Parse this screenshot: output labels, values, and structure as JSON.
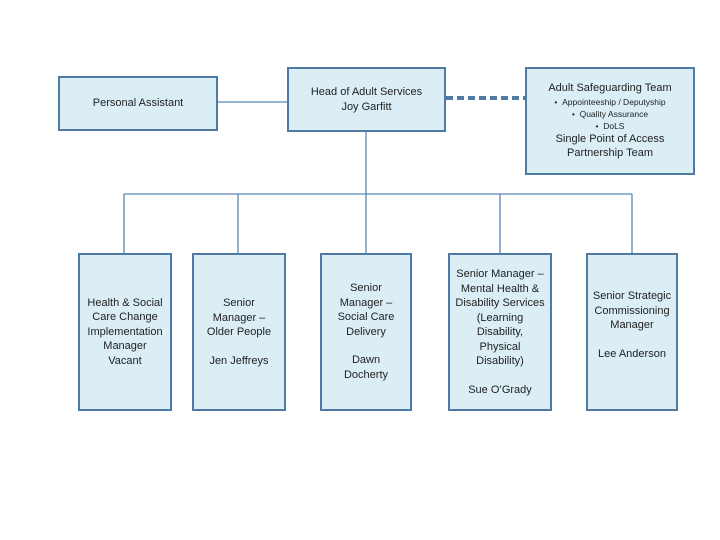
{
  "head": {
    "title": "Head of Adult Services",
    "name": "Joy Garfitt"
  },
  "personal_assistant": {
    "title": "Personal Assistant"
  },
  "safeguarding": {
    "title": "Adult Safeguarding Team",
    "items": [
      "Appointeeship / Deputyship",
      "Quality Assurance",
      "DoLS"
    ],
    "spoa_line1": "Single Point of Access",
    "spoa_line2": "Partnership Team"
  },
  "managers": [
    {
      "lines": [
        "Health & Social",
        "Care Change",
        "Implementation",
        "Manager",
        "Vacant"
      ],
      "name": ""
    },
    {
      "lines": [
        "Senior",
        "Manager –",
        "Older People"
      ],
      "name": "Jen Jeffreys"
    },
    {
      "lines": [
        "Senior",
        "Manager –",
        "Social Care",
        "Delivery"
      ],
      "name_lines": [
        "Dawn",
        "Docherty"
      ]
    },
    {
      "lines": [
        "Senior Manager –",
        "Mental Health &",
        "Disability Services",
        "(Learning",
        "Disability,",
        "Physical",
        "Disability)"
      ],
      "name": "Sue O’Grady"
    },
    {
      "lines": [
        "Senior Strategic",
        "Commissioning",
        "Manager"
      ],
      "name": "Lee Anderson"
    }
  ]
}
